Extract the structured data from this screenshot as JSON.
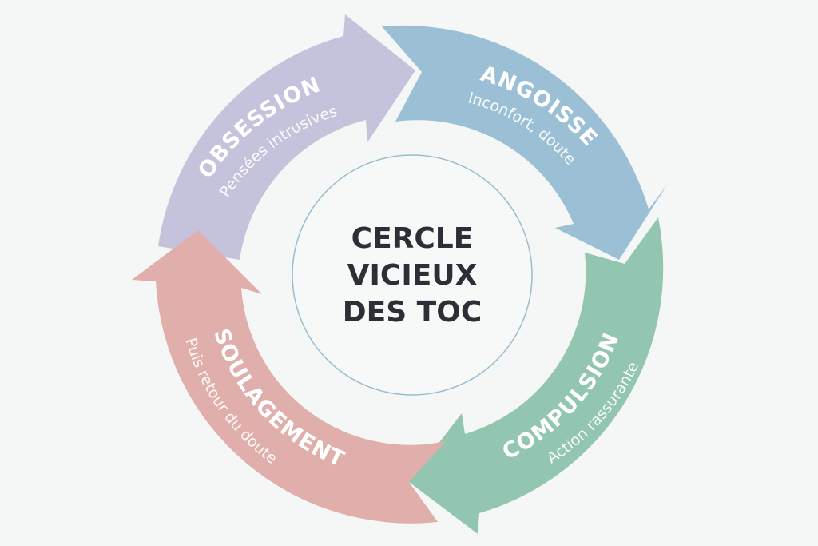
{
  "diagram": {
    "center": {
      "lines": [
        "CERCLE",
        "VICIEUX",
        "DES TOC"
      ],
      "border_color": "#9bbccd",
      "text_color": "#2b3036"
    },
    "segments": [
      {
        "id": "obsession",
        "title": "OBSESSION",
        "subtitle": "Pensées intrusives",
        "color": "#c5c2dc"
      },
      {
        "id": "angoisse",
        "title": "ANGOISSE",
        "subtitle": "Inconfort, doute",
        "color": "#9bc0d5"
      },
      {
        "id": "compulsion",
        "title": "COMPULSION",
        "subtitle": "Action rassurante",
        "color": "#93c6b1"
      },
      {
        "id": "soulagement",
        "title": "SOULAGEMENT",
        "subtitle": "Puis retour du doute",
        "color": "#e1afab"
      }
    ],
    "flow": [
      "OBSESSION",
      "ANGOISSE",
      "COMPULSION",
      "SOULAGEMENT",
      "OBSESSION"
    ],
    "background": "#f5f6f6"
  }
}
